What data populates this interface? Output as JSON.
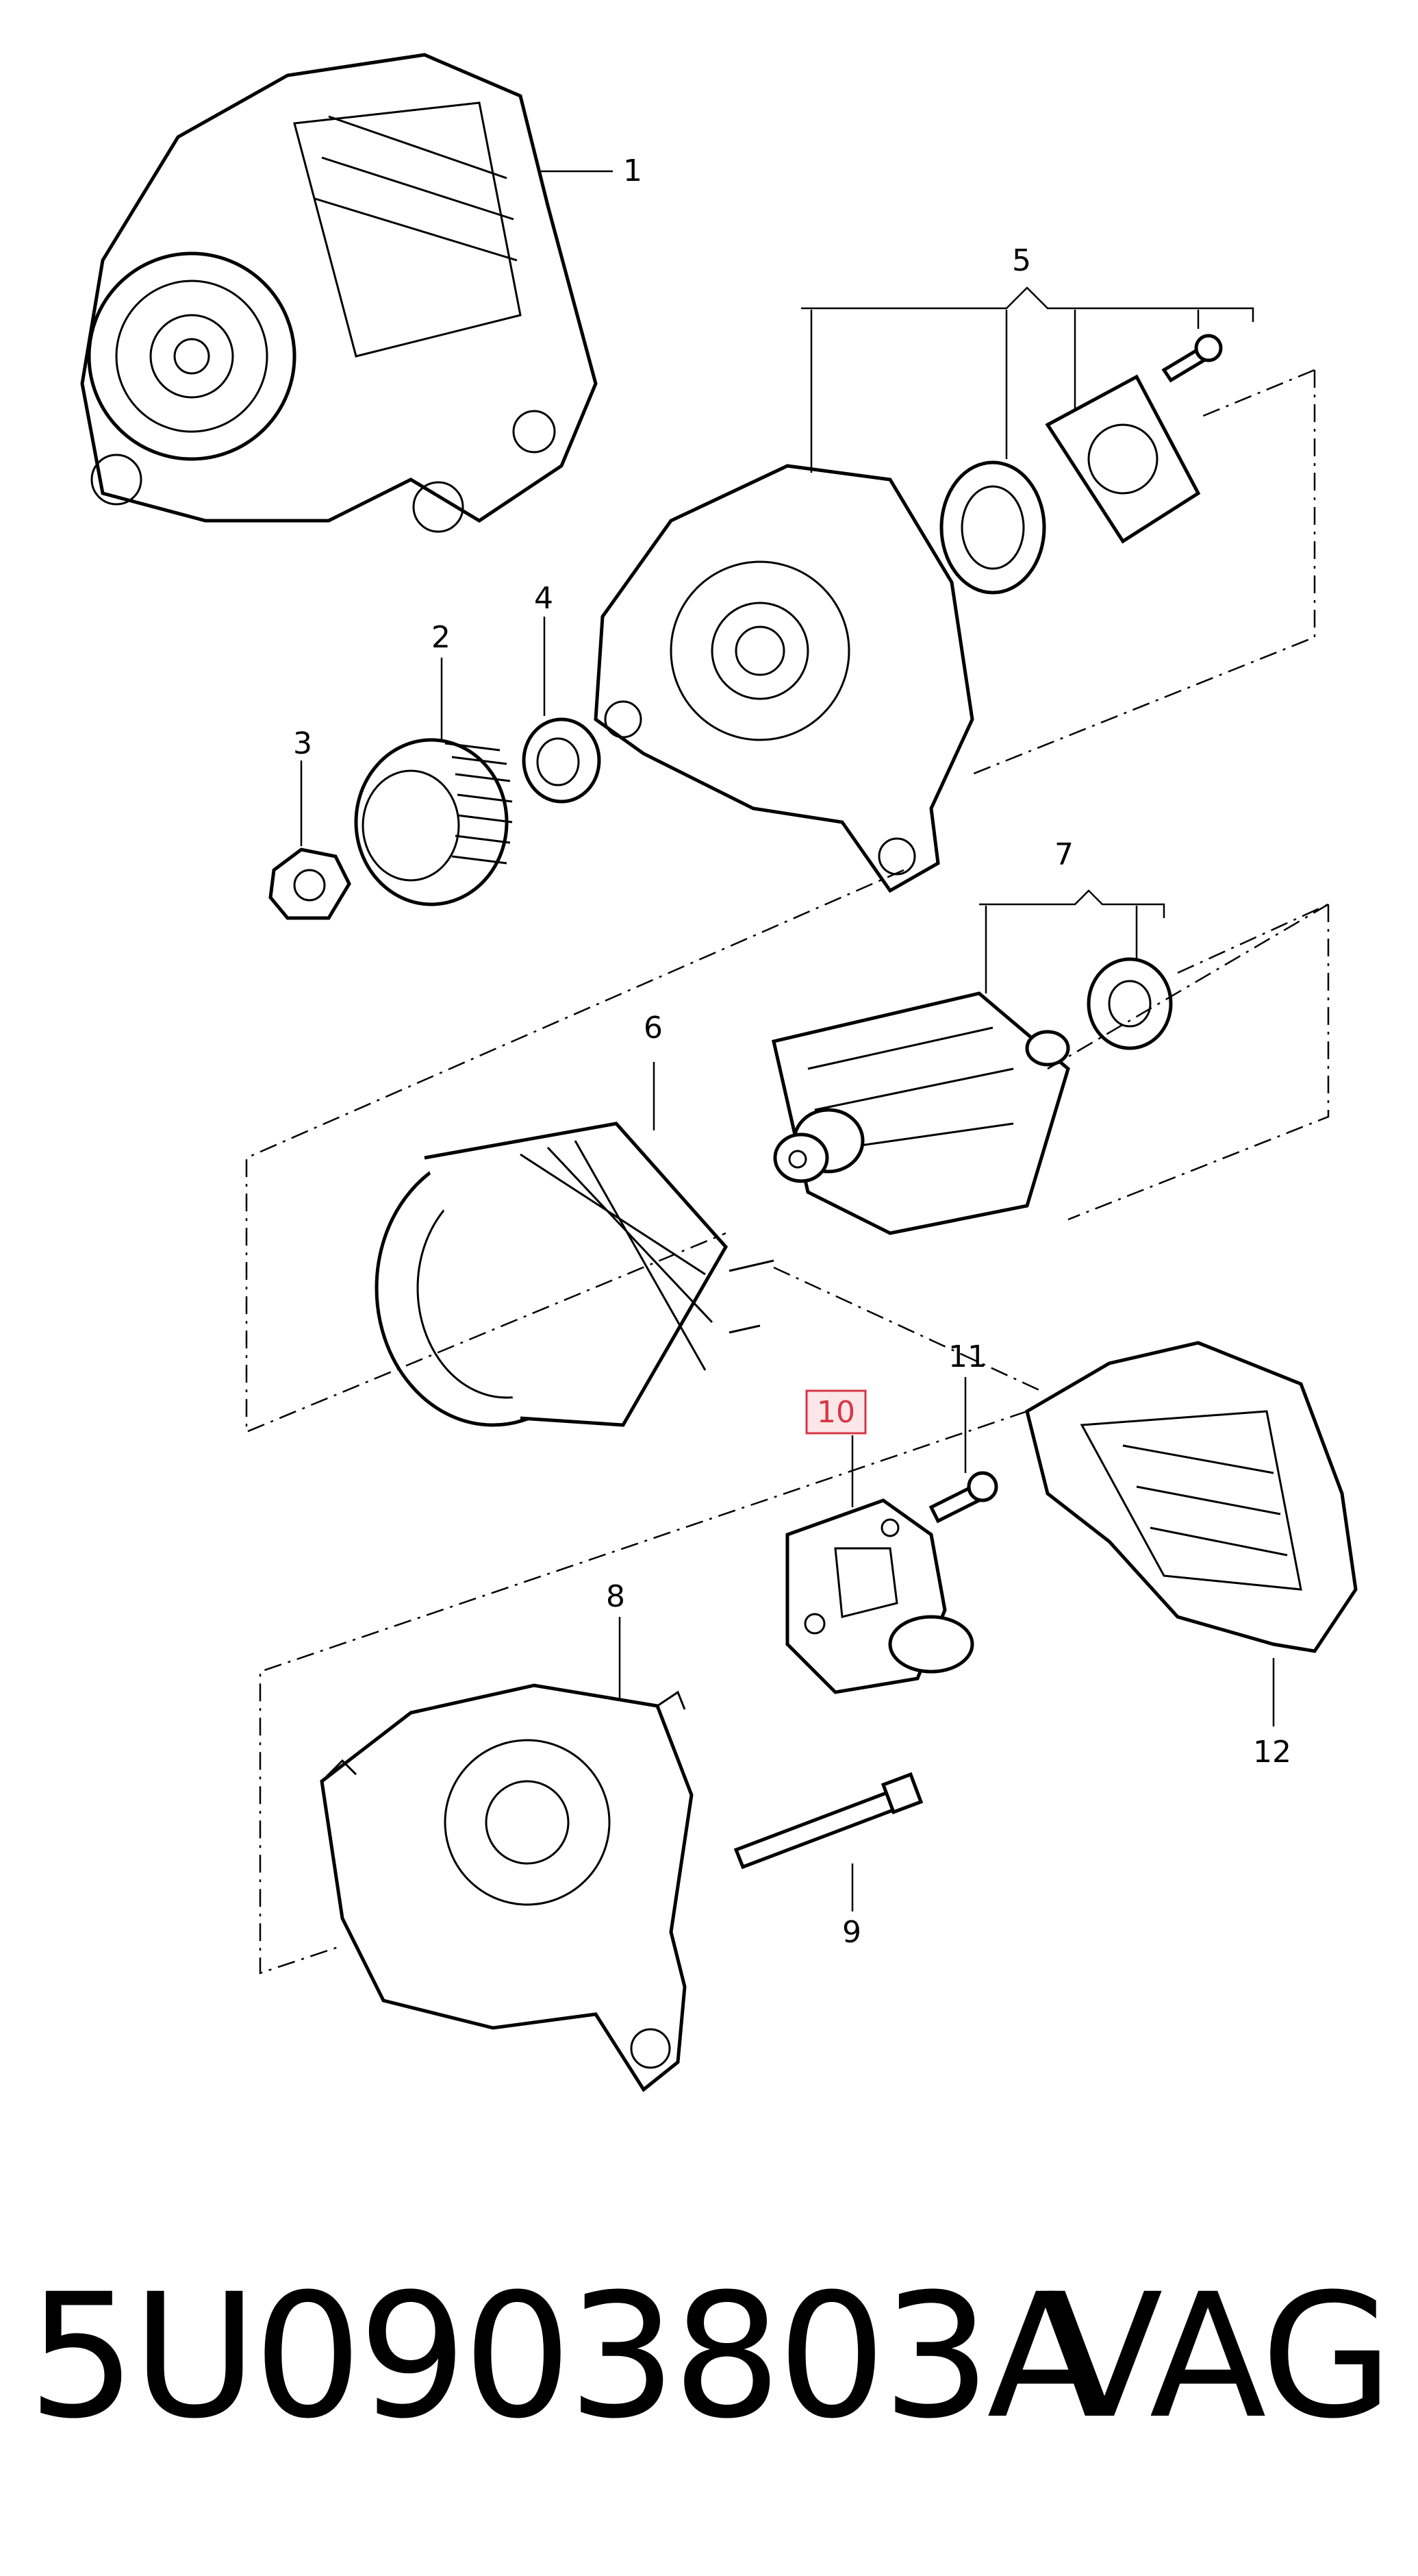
{
  "labels": {
    "l1": "1",
    "l2": "2",
    "l3": "3",
    "l4": "4",
    "l5": "5",
    "l6": "6",
    "l7": "7",
    "l8": "8",
    "l9": "9",
    "l10": "10",
    "l11": "11",
    "l12": "12"
  },
  "highlight_color": "#d83545",
  "footer": {
    "part_number": "5U0903803A",
    "brand": "VAG"
  }
}
